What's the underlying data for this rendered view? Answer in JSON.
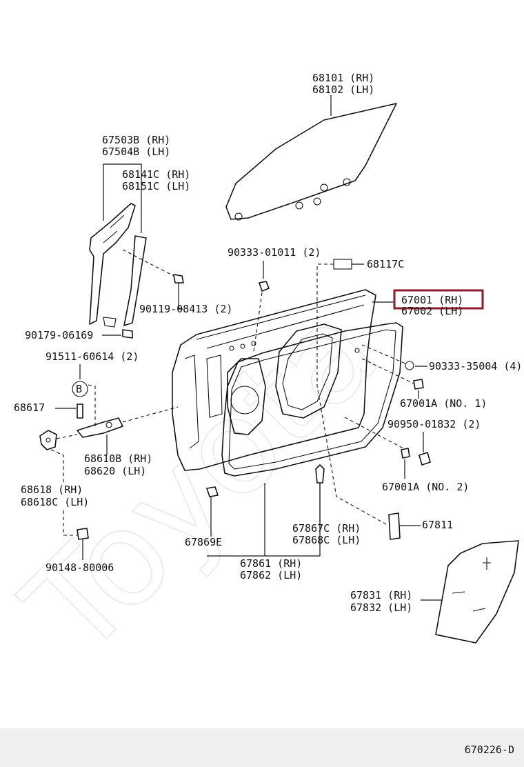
{
  "diagram": {
    "highlight_color": "#8b1a2b",
    "figure_code": "670226-D",
    "watermark": "Toyota",
    "callouts": {
      "glass_rh": "68101 (RH)",
      "glass_lh": "68102 (LH)",
      "channel_rh": "67503B (RH)",
      "channel_lh": "67504B (LH)",
      "run_rh": "68141C (RH)",
      "run_lh": "68151C (LH)",
      "plug_top": "90333-01011 (2)",
      "label_68117c": "68117C",
      "door_rh": "67001 (RH)",
      "door_lh": "67002 (LH)",
      "bolt_top": "90119-08413 (2)",
      "bolt_left": "90179-06169",
      "plug_right": "90333-35004 (4)",
      "clip_no1": "67001A (NO. 1)",
      "plug_2": "90950-01832 (2)",
      "clip_no2": "67001A (NO. 2)",
      "bolt_b": "91511-60614 (2)",
      "b_marker": "B",
      "pin": "68617",
      "check_rh": "68610B (RH)",
      "check_lh": "68620  (LH)",
      "hinge_rh": "68618  (RH)",
      "hinge_lh": "68618C (LH)",
      "bolt_bottom": "90148-80006",
      "clip_67869e": "67869E",
      "weather_rh": "67861 (RH)",
      "weather_lh": "67862 (LH)",
      "clip_rh": "67867C (RH)",
      "clip_lh": "67868C (LH)",
      "pad": "67811",
      "cover_rh": "67831 (RH)",
      "cover_lh": "67832 (LH)"
    }
  }
}
